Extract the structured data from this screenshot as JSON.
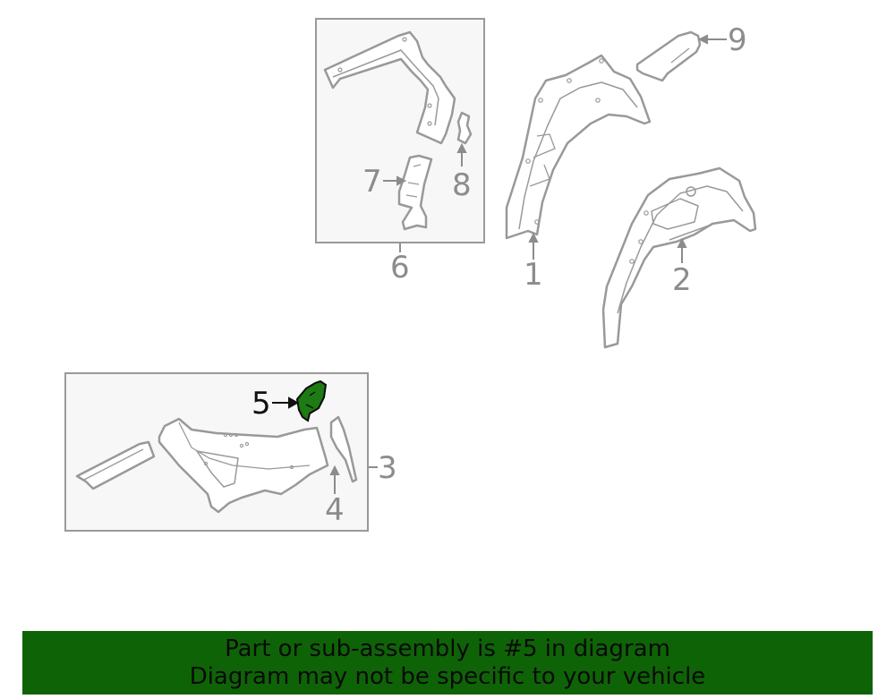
{
  "diagram": {
    "colors": {
      "line": "#999999",
      "label": "#8c8c8c",
      "box_fill": "#f7f7f7",
      "highlight_part": "#1e7a12",
      "highlight_label": "#111111"
    },
    "groups": [
      {
        "id": "group-6",
        "callout": "6"
      },
      {
        "id": "group-3",
        "callout": "3"
      }
    ],
    "callouts": [
      {
        "number": "1",
        "part": "wheelhouse-outer-panel"
      },
      {
        "number": "2",
        "part": "wheelhouse-inner-panel"
      },
      {
        "number": "3",
        "part": "quarter-inner-panel-assembly"
      },
      {
        "number": "4",
        "part": "reinforcement"
      },
      {
        "number": "5",
        "part": "bracket",
        "highlighted": true
      },
      {
        "number": "6",
        "part": "pillar-assembly"
      },
      {
        "number": "7",
        "part": "pillar-reinforcement"
      },
      {
        "number": "8",
        "part": "small-bracket"
      },
      {
        "number": "9",
        "part": "extension"
      }
    ]
  },
  "banner": {
    "line1": "Part or sub-assembly is #5 in diagram",
    "line2": "Diagram may not be specific to your vehicle",
    "background": "#0f6307"
  }
}
